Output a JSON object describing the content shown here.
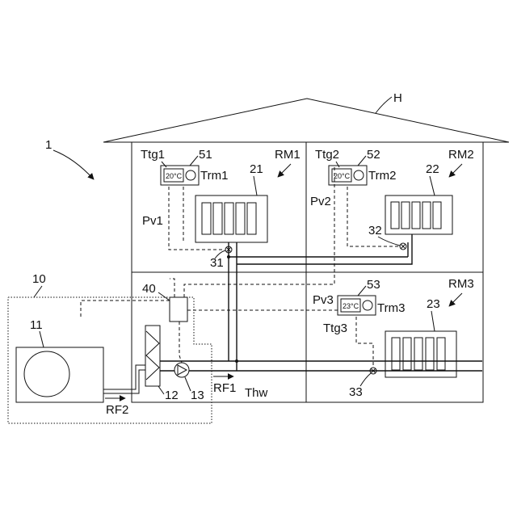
{
  "labels": {
    "house": "H",
    "system": "1",
    "heat_source": "10",
    "outdoor_unit": "11",
    "heat_exchanger": "12",
    "pump": "13",
    "controller": "40",
    "rf1": "RF1",
    "rf2": "RF2",
    "thw": "Thw",
    "rooms": [
      {
        "name": "RM1",
        "radiator": "21",
        "valve": "31",
        "pv": "Pv1",
        "thermostat": "51",
        "ttg": "Ttg1",
        "trm": "Trm1",
        "temp": "20°C"
      },
      {
        "name": "RM2",
        "radiator": "22",
        "valve": "32",
        "pv": "Pv2",
        "thermostat": "52",
        "ttg": "Ttg2",
        "trm": "Trm2",
        "temp": "20°C"
      },
      {
        "name": "RM3",
        "radiator": "23",
        "valve": "33",
        "pv": "Pv3",
        "thermostat": "53",
        "ttg": "Ttg3",
        "trm": "Trm3",
        "temp": "23°C"
      }
    ]
  }
}
